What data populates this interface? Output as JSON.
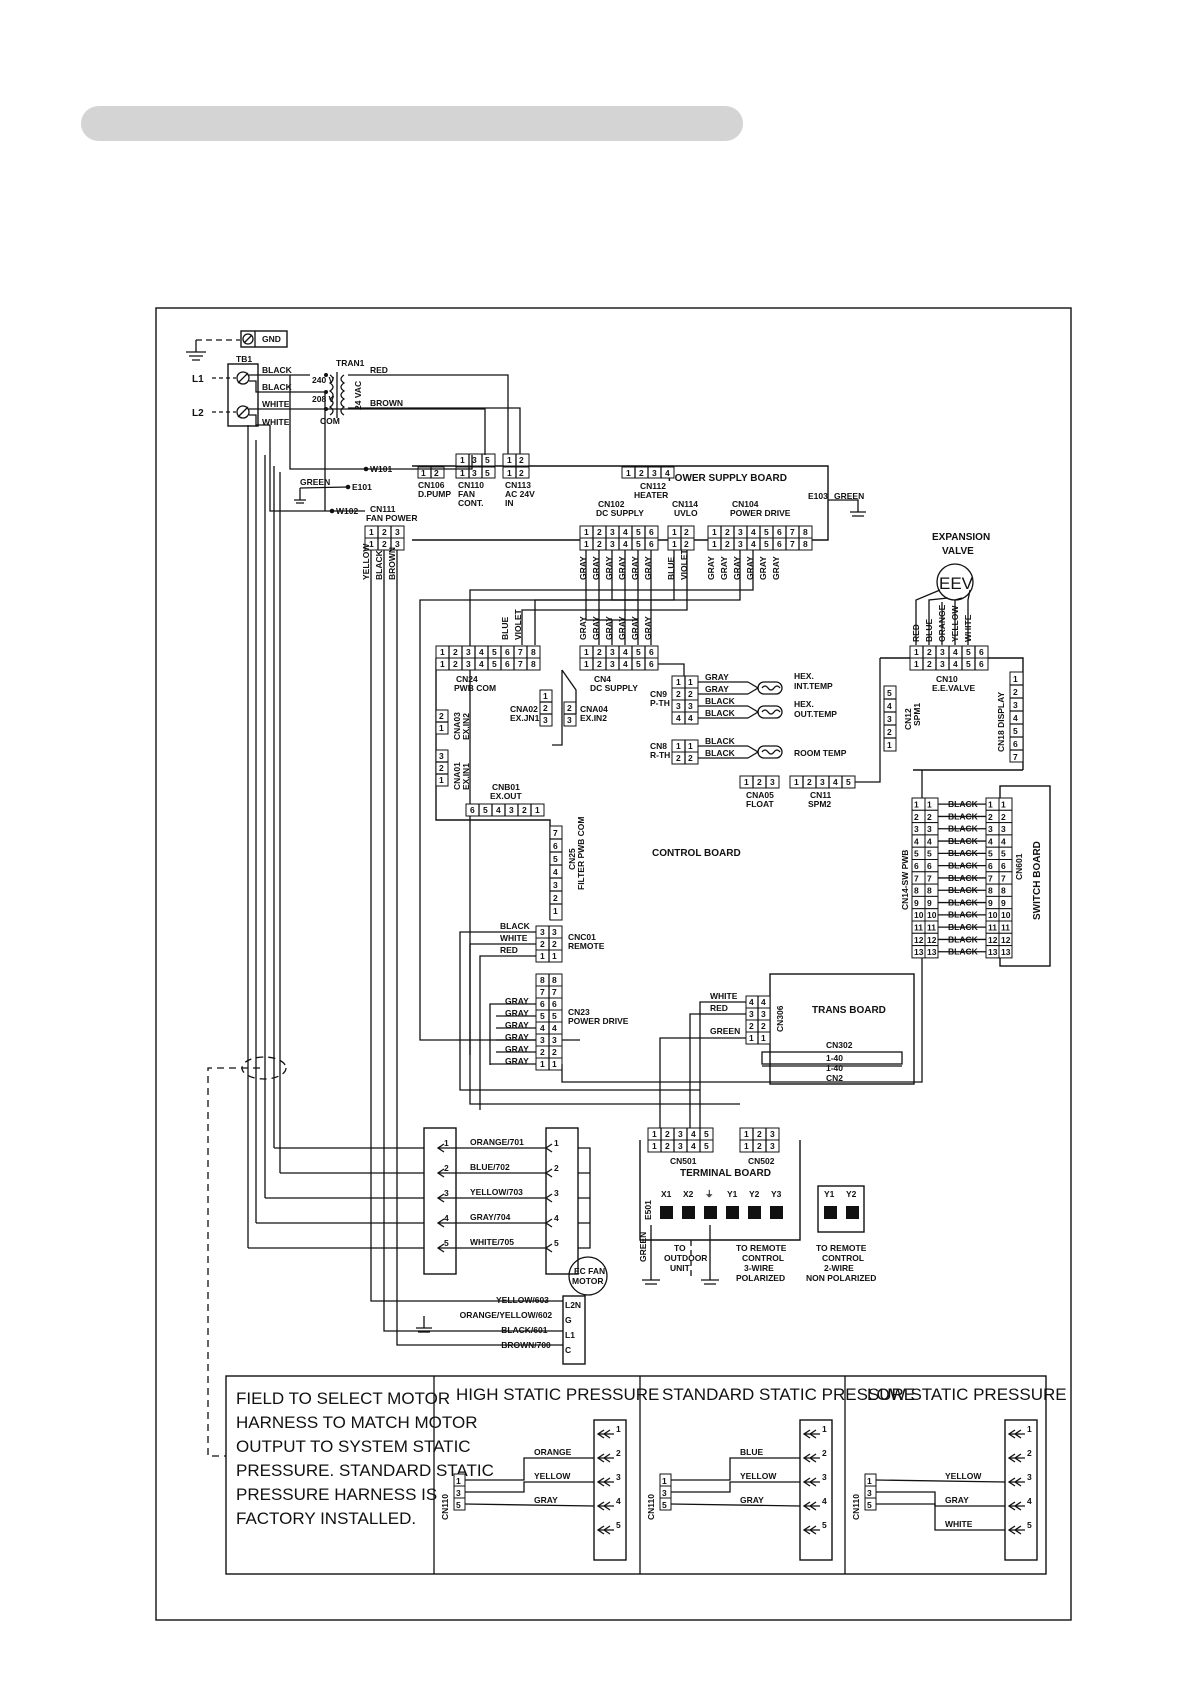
{
  "title_bar": {
    "text": ""
  },
  "ground": {
    "gnd": "GND"
  },
  "tb1": {
    "name": "TB1",
    "l1": "L1",
    "l2": "L2"
  },
  "tran1": {
    "name": "TRAN1",
    "v240": "240 V",
    "v208": "208 V",
    "com": "COM",
    "sec": "24 VAC"
  },
  "wires_top": {
    "black1": "BLACK",
    "black2": "BLACK",
    "white1": "WHITE",
    "white2": "WHITE",
    "red": "RED",
    "brown": "BROWN",
    "green": "GREEN",
    "green2": "GREEN"
  },
  "points": {
    "w101": "W101",
    "e101": "E101",
    "w102": "W102",
    "e103": "E103"
  },
  "power_supply_board": {
    "title": "POWER SUPPLY BOARD",
    "cn106": [
      "CN106",
      "D.PUMP"
    ],
    "cn110": [
      "CN110",
      "FAN",
      "CONT."
    ],
    "cn113": [
      "CN113",
      "AC 24V",
      "IN"
    ],
    "cn112": [
      "CN112",
      "HEATER"
    ],
    "cn102": [
      "CN102",
      "DC SUPPLY"
    ],
    "cn114": [
      "CN114",
      "UVLO"
    ],
    "cn104": [
      "CN104",
      "POWER DRIVE"
    ],
    "cn111": [
      "CN111",
      "FAN POWER"
    ]
  },
  "fan_power_wires": [
    "YELLOW",
    "BLACK",
    "BROWN"
  ],
  "gray": "GRAY",
  "blue": "BLUE",
  "violet": "VIOLET",
  "expansion_valve": {
    "title1": "EXPANSION",
    "title2": "VALVE",
    "eev": "EEV",
    "wires": [
      "RED",
      "BLUE",
      "ORANGE",
      "YELLOW",
      "WHITE"
    ]
  },
  "control_board": {
    "title": "CONTROL BOARD",
    "cn24": [
      "CN24",
      "PWB COM"
    ],
    "cn4": [
      "CN4",
      "DC SUPPLY"
    ],
    "cn9": [
      "CN9",
      "P-TH"
    ],
    "cn8": [
      "CN8",
      "R-TH"
    ],
    "cn10": [
      "CN10",
      "E.E.VALVE"
    ],
    "cn12": [
      "CN12",
      "SPM1"
    ],
    "cn18": "CN18 DISPLAY",
    "cna02": [
      "CNA02",
      "EX.JN1"
    ],
    "cna04": [
      "CNA04",
      "EX.IN2"
    ],
    "cna03": [
      "CNA03",
      "EX.IN2"
    ],
    "cna01": [
      "CNA01",
      "EX.IN1"
    ],
    "cnb01": [
      "CNB01",
      "EX.OUT"
    ],
    "cn25": [
      "CN25",
      "FILTER PWB COM"
    ],
    "cna05": [
      "CNA05",
      "FLOAT"
    ],
    "cn11": [
      "CN11",
      "SPM2"
    ],
    "cnc01": [
      "CNC01",
      "REMOTE"
    ],
    "cn23": [
      "CN23",
      "POWER DRIVE"
    ],
    "cn14": "CN14-SW PWB",
    "hex_int": [
      "HEX.",
      "INT.TEMP"
    ],
    "hex_out": [
      "HEX.",
      "OUT.TEMP"
    ],
    "room": "ROOM TEMP",
    "black": "BLACK",
    "white": "WHITE",
    "red": "RED"
  },
  "switch_board": {
    "title": "SWITCH BOARD",
    "cn601": "CN601",
    "wire": "BLACK"
  },
  "trans_board": {
    "title": "TRANS BOARD",
    "cn306": "CN306",
    "cn302": "CN302",
    "r1": "1-40",
    "r2": "1-40",
    "cn2": "CN2",
    "wires": [
      "WHITE",
      "RED",
      "GREEN"
    ]
  },
  "terminal_board": {
    "title": "TERMINAL BOARD",
    "cn501": "CN501",
    "cn502": "CN502",
    "e501": "E501",
    "green": "GREEN",
    "terms": [
      "X1",
      "X2",
      "⏚",
      "Y1",
      "Y2",
      "Y3"
    ],
    "terms2": [
      "Y1",
      "Y2"
    ],
    "to_outdoor": [
      "TO",
      "OUTDOOR",
      "UNIT"
    ],
    "to_remote3": [
      "TO REMOTE",
      "CONTROL",
      "3-WIRE",
      "POLARIZED"
    ],
    "to_remote2": [
      "TO REMOTE",
      "CONTROL",
      "2-WIRE",
      "NON POLARIZED"
    ]
  },
  "motor_harness": {
    "labels": [
      "ORANGE/701",
      "BLUE/702",
      "YELLOW/703",
      "GRAY/704",
      "WHITE/705"
    ],
    "nums": [
      "1",
      "2",
      "3",
      "4",
      "5"
    ]
  },
  "ec_fan_motor": {
    "l1": "EC FAN",
    "l2": "MOTOR",
    "wires": [
      "YELLOW/603",
      "ORANGE/YELLOW/602",
      "BLACK/601",
      "BROWN/700"
    ],
    "pins": [
      "L2N",
      "G",
      "L1",
      "C"
    ]
  },
  "legend": {
    "note": [
      "FIELD TO SELECT MOTOR",
      "HARNESS TO MATCH MOTOR",
      "OUTPUT TO SYSTEM STATIC",
      "PRESSURE. STANDARD STATIC",
      "PRESSURE HARNESS IS",
      "FACTORY INSTALLED."
    ],
    "high": {
      "title": "HIGH STATIC PRESSURE",
      "w": [
        "ORANGE",
        "YELLOW",
        "GRAY"
      ]
    },
    "standard": {
      "title": "STANDARD STATIC PRESSURE",
      "w": [
        "BLUE",
        "YELLOW",
        "GRAY"
      ]
    },
    "low": {
      "title": "LOW STATIC PRESSURE",
      "w": [
        "YELLOW",
        "GRAY",
        "WHITE"
      ]
    },
    "cn110": "CN110",
    "pins": [
      "1",
      "3",
      "5"
    ]
  }
}
